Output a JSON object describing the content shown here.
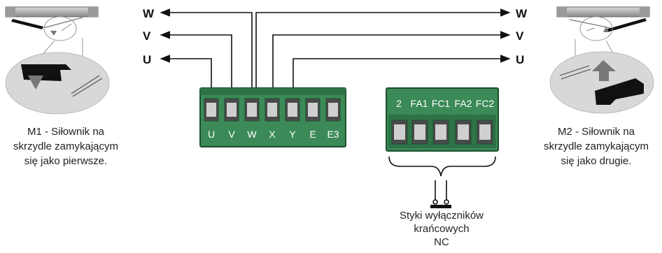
{
  "wire_labels_left": [
    "W",
    "V",
    "U"
  ],
  "wire_labels_right": [
    "W",
    "V",
    "U"
  ],
  "terminal_block_1": [
    "U",
    "V",
    "W",
    "X",
    "Y",
    "E",
    "E3"
  ],
  "terminal_block_2": [
    "2",
    "FA1",
    "FC1",
    "FA2",
    "FC2"
  ],
  "motor_left_caption": [
    "M1 - Siłownik na",
    "skrzydle zamykającym",
    "się jako pierwsze."
  ],
  "motor_right_caption": [
    "M2 - Siłownik na",
    "skrzydle zamykającym",
    "się jako drugie."
  ],
  "limit_switch_caption": [
    "Styki wyłączników",
    "krańcowych",
    "NC"
  ],
  "colors": {
    "terminal_green": "#3b8a57",
    "line": "#111111"
  }
}
